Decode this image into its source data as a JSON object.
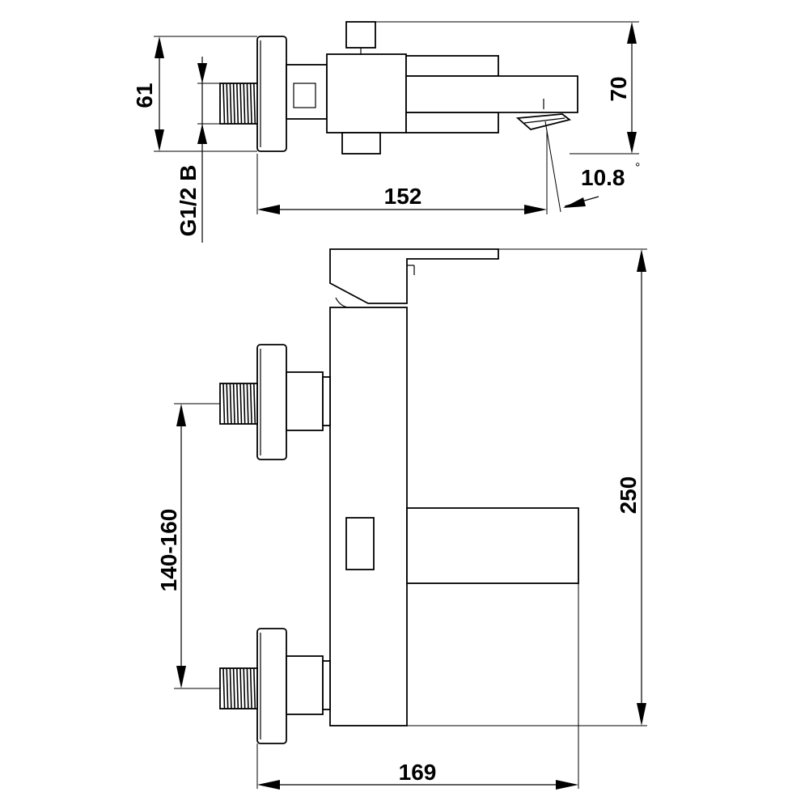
{
  "dimensions": {
    "flange_height": "61",
    "spout_height": "70",
    "projection_depth": "152",
    "spout_angle": "10.8",
    "angle_unit": "°",
    "thread_size": "G1/2 B",
    "total_height": "250",
    "inlet_spacing": "140-160",
    "total_width": "169"
  }
}
